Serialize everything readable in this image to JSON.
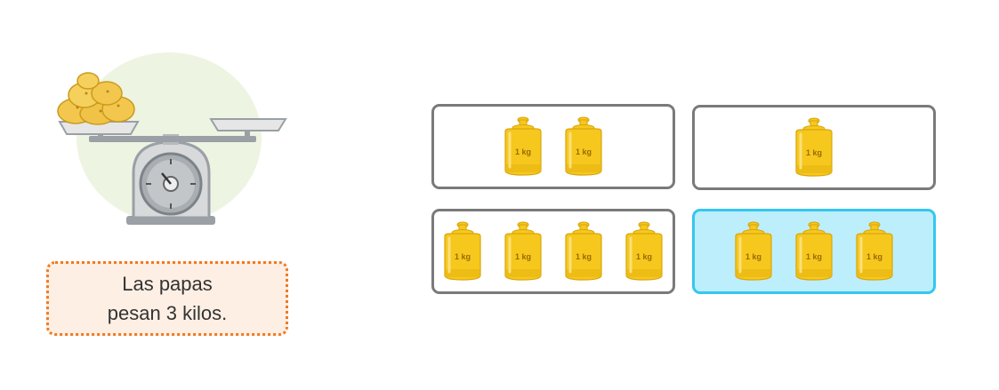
{
  "caption": {
    "line1": "Las papas",
    "line2": "pesan 3 kilos."
  },
  "weight_label": "1 kg",
  "options": [
    {
      "name": "option-2-weights",
      "count": 2,
      "selected": false
    },
    {
      "name": "option-1-weight",
      "count": 1,
      "selected": false
    },
    {
      "name": "option-4-weights",
      "count": 4,
      "selected": false
    },
    {
      "name": "option-3-weights",
      "count": 3,
      "selected": true
    }
  ],
  "colors": {
    "caption_border": "#f07a22",
    "caption_bg": "#fdefe4",
    "option_border": "#7a7a7a",
    "selected_border": "#35c7ef",
    "selected_bg": "#bdeefb",
    "weight_gold": "#f6c81e",
    "bubble_green": "#eef4e2"
  }
}
